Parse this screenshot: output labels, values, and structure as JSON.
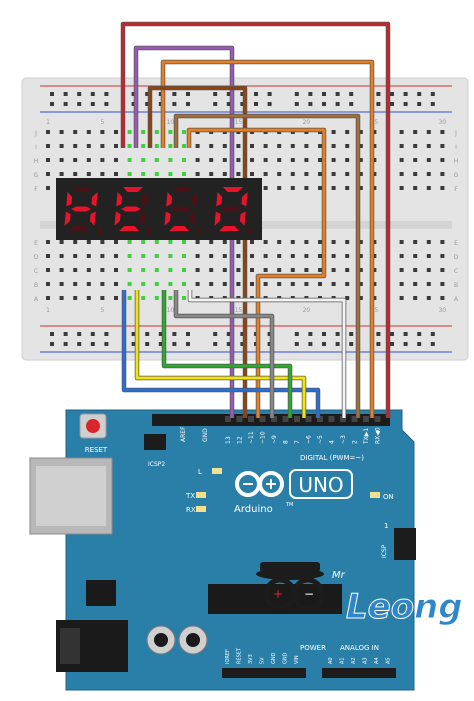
{
  "breadboard": {
    "row_letters": [
      "J",
      "I",
      "H",
      "G",
      "F",
      "E",
      "D",
      "C",
      "B",
      "A"
    ],
    "col_numbers": [
      "1",
      "5",
      "10",
      "15",
      "20",
      "25",
      "30"
    ]
  },
  "display": {
    "digits": [
      "H",
      "E",
      "L",
      "O"
    ]
  },
  "arduino": {
    "reset_label": "RESET",
    "aref_label": "AREF",
    "gnd_label": "GND",
    "digital_label": "DIGITAL (PWM=~)",
    "digital_pins": [
      "13",
      "12",
      "~11",
      "~10",
      "~9",
      "8",
      "7",
      "~6",
      "~5",
      "4",
      "~3",
      "2",
      "TX▶1",
      "RX◀0"
    ],
    "tx_label": "TX",
    "rx_label": "RX",
    "l_label": "L",
    "on_label": "ON",
    "icsp2_label": "ICSP2",
    "icsp_label": "ICSP",
    "model_label": "UNO",
    "brand_label": "Arduino",
    "tm_label": "TM",
    "power_label": "POWER",
    "analog_label": "ANALOG IN",
    "power_pins": [
      "IOREF",
      "RESET",
      "3V3",
      "5V",
      "GND",
      "GND",
      "VIN"
    ],
    "analog_pins": [
      "A0",
      "A1",
      "A2",
      "A3",
      "A4",
      "A5"
    ],
    "chip_number": "1"
  },
  "watermark": {
    "text": "Leong",
    "prefix": "Mr"
  },
  "colors": {
    "wire_red": "#c0272d",
    "wire_purple": "#9b59b6",
    "wire_orange": "#e67e22",
    "wire_brown": "#8b4513",
    "wire_tan": "#a0703a",
    "wire_blue": "#2a6fd6",
    "wire_yellow": "#f1e40f",
    "wire_green": "#2eaa2e",
    "wire_gray": "#888888",
    "wire_white": "#f4f4f4",
    "board": "#2a7fa9",
    "segment_on": "#e8132a"
  }
}
